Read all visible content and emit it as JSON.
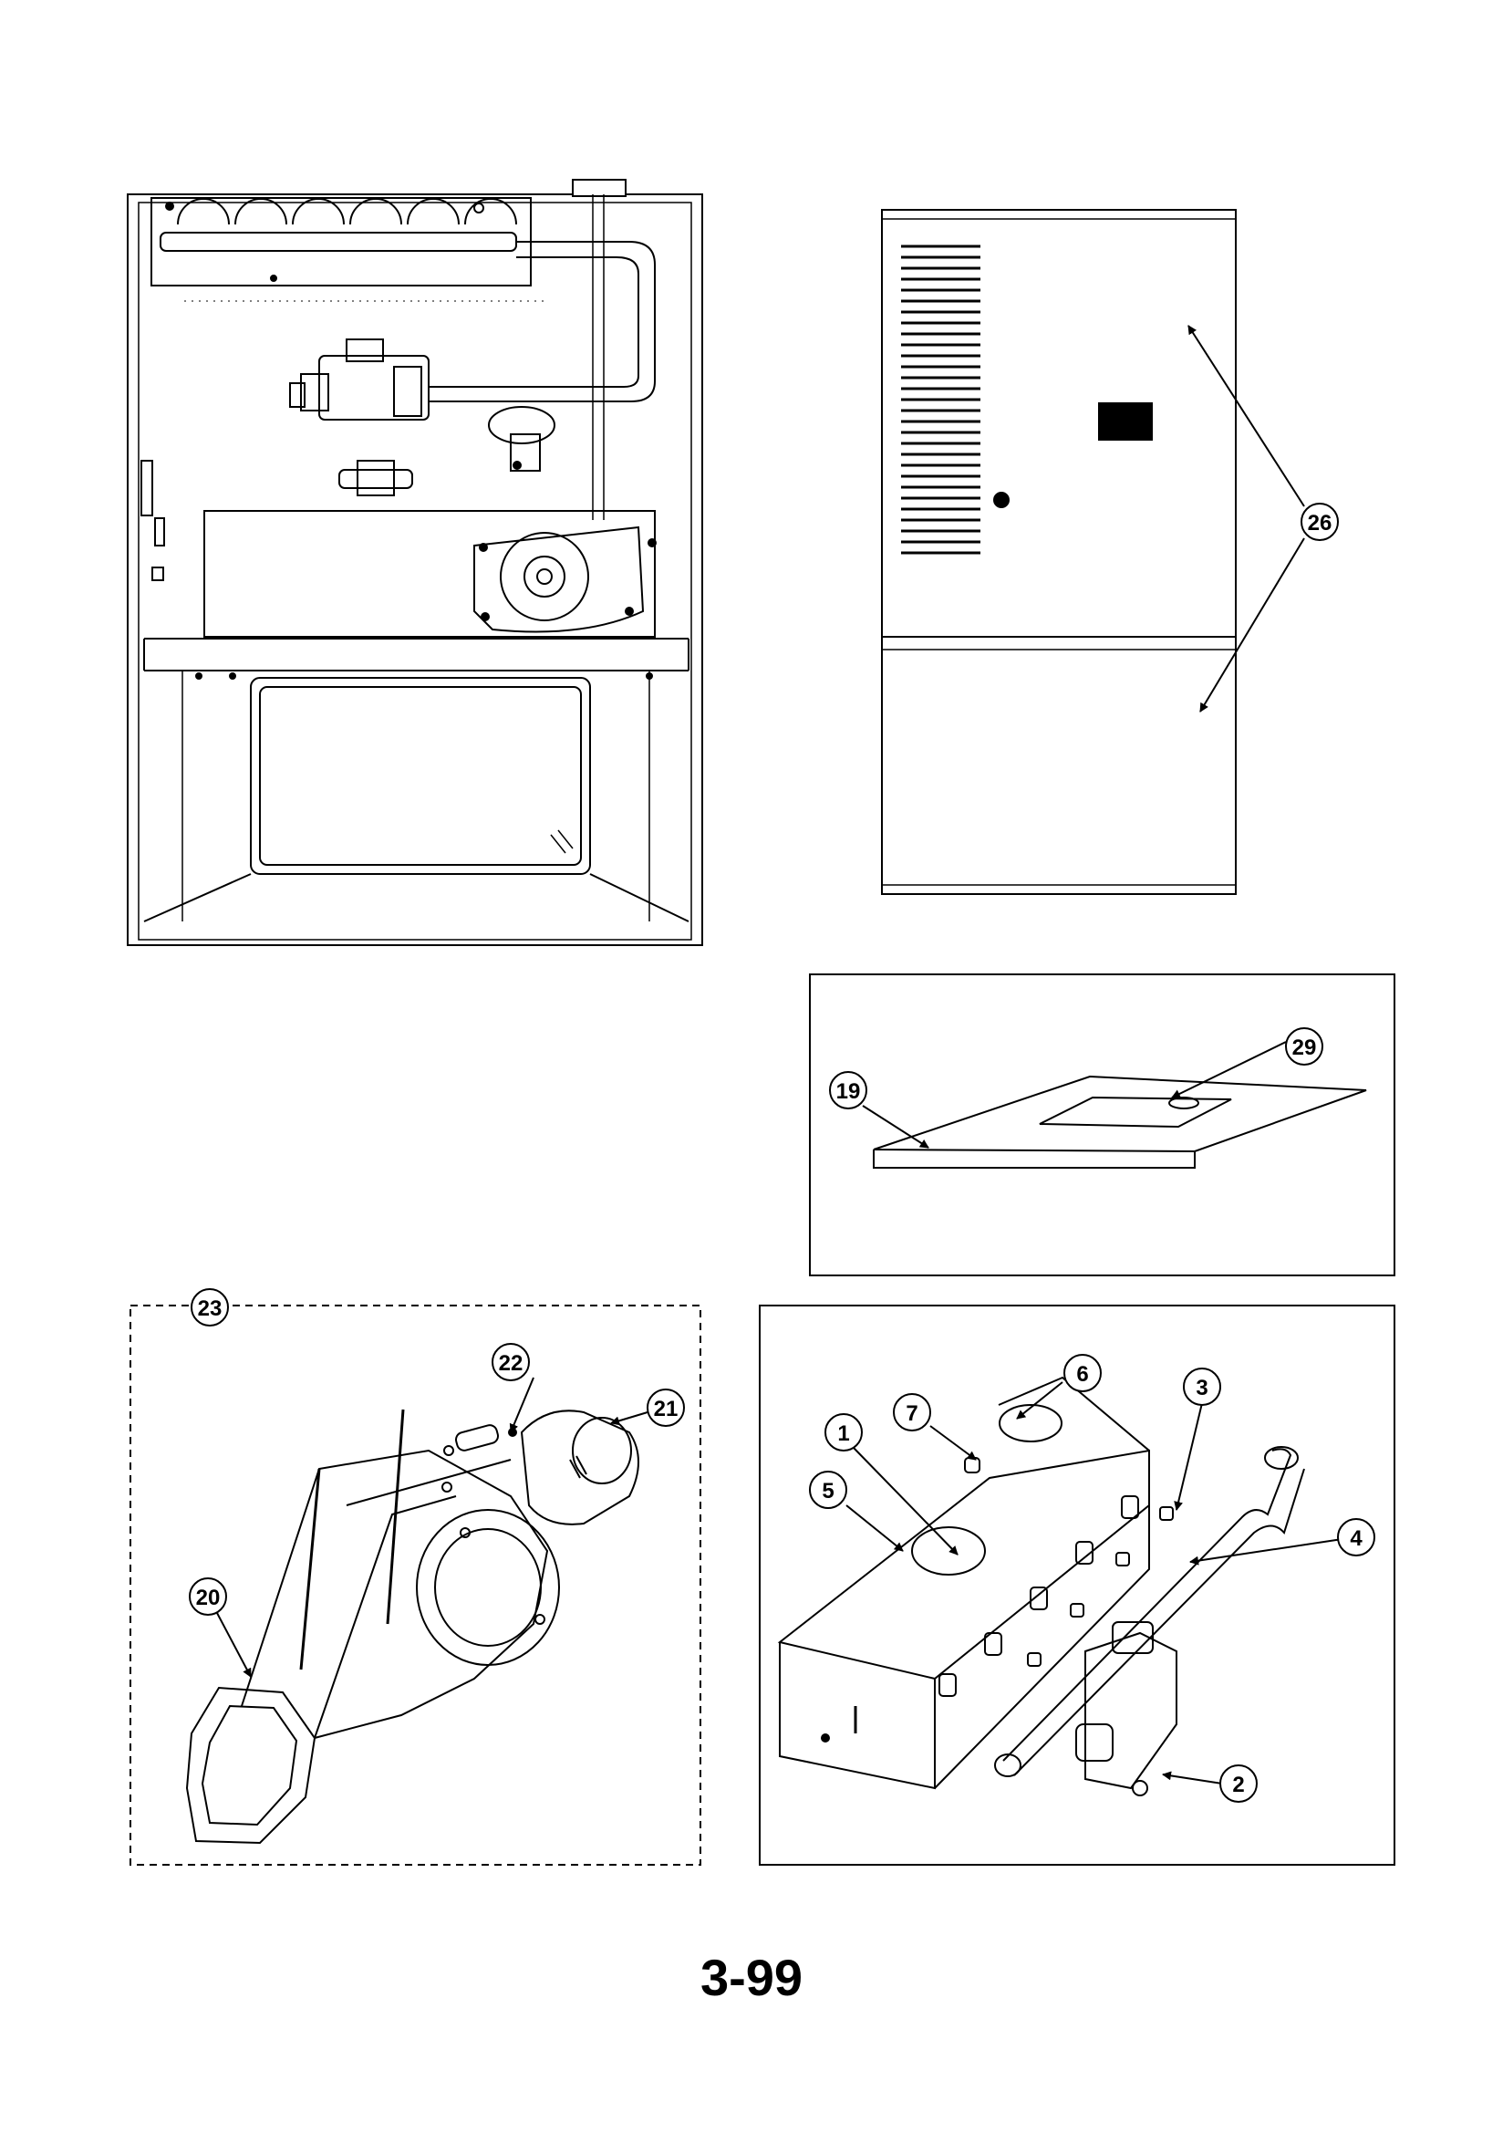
{
  "page": {
    "number": "3-99"
  },
  "callouts": {
    "c1": "1",
    "c2": "2",
    "c3": "3",
    "c4": "4",
    "c5": "5",
    "c6": "6",
    "c7": "7",
    "c19": "19",
    "c20": "20",
    "c21": "21",
    "c22": "22",
    "c23": "23",
    "c26": "26",
    "c29": "29"
  },
  "colors": {
    "ink": "#000000",
    "paper": "#ffffff"
  }
}
